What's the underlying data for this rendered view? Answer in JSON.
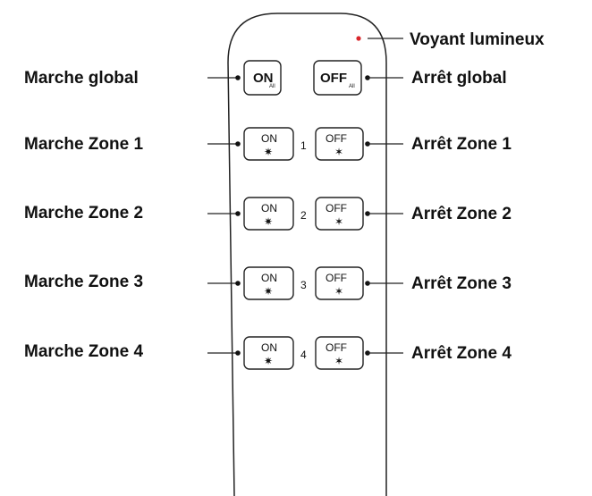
{
  "indicator": {
    "label": "Voyant lumineux",
    "color": "#d9262b"
  },
  "rows": [
    {
      "left_label": "Marche global",
      "right_label": "Arrêt global",
      "on_button": {
        "text": "ON",
        "sub": "All"
      },
      "off_button": {
        "text": "OFF",
        "sub": "All"
      },
      "zone_number": ""
    },
    {
      "left_label": "Marche Zone 1",
      "right_label": "Arrêt Zone 1",
      "on_button": {
        "text": "ON",
        "sub": "✷"
      },
      "off_button": {
        "text": "OFF",
        "sub": "✶"
      },
      "zone_number": "1"
    },
    {
      "left_label": "Marche Zone 2",
      "right_label": "Arrêt Zone 2",
      "on_button": {
        "text": "ON",
        "sub": "✷"
      },
      "off_button": {
        "text": "OFF",
        "sub": "✶"
      },
      "zone_number": "2"
    },
    {
      "left_label": "Marche Zone 3",
      "right_label": "Arrêt Zone 3",
      "on_button": {
        "text": "ON",
        "sub": "✷"
      },
      "off_button": {
        "text": "OFF",
        "sub": "✶"
      },
      "zone_number": "3"
    },
    {
      "left_label": "Marche Zone 4",
      "right_label": "Arrêt Zone 4",
      "on_button": {
        "text": "ON",
        "sub": "✷"
      },
      "off_button": {
        "text": "OFF",
        "sub": "✶"
      },
      "zone_number": "4"
    }
  ]
}
